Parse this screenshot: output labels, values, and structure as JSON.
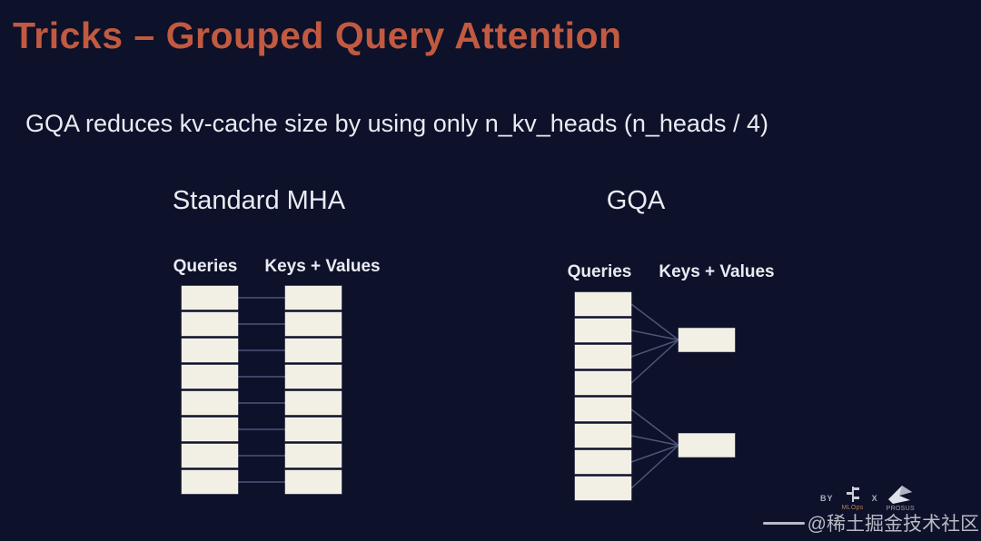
{
  "colors": {
    "background": "#0d1129",
    "title": "#c15a40",
    "text": "#e9ebf2",
    "box_fill": "#f2efe4",
    "line": "#4c5578"
  },
  "title": "Tricks – Grouped Query Attention",
  "subtitle": "GQA reduces kv-cache size by using only n_kv_heads (n_heads / 4)",
  "diagrams": [
    {
      "id": "standard-mha",
      "heading": "Standard MHA",
      "queries_label": "Queries",
      "kv_label": "Keys + Values",
      "n_queries": 8,
      "n_kv": 8,
      "group_size": 1,
      "mapping": "one-to-one"
    },
    {
      "id": "gqa",
      "heading": "GQA",
      "queries_label": "Queries",
      "kv_label": "Keys + Values",
      "n_queries": 8,
      "n_kv": 2,
      "group_size": 4,
      "mapping": "grouped"
    }
  ],
  "footer": {
    "by_label": "BY",
    "x_label": "X",
    "logo1": "MLOps",
    "logo2": "PROSUS",
    "watermark": "@稀土掘金技术社区"
  }
}
